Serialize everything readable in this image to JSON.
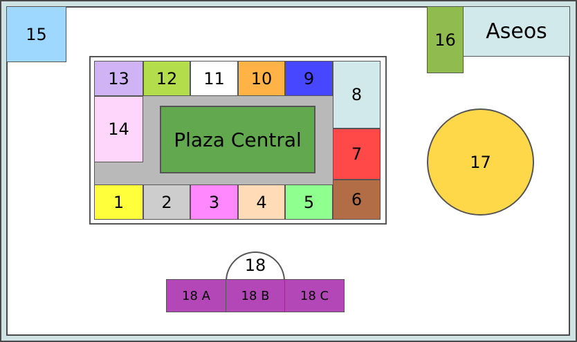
{
  "map": {
    "stalls": [
      {
        "id": "s1",
        "label": "1",
        "color": "#ffff3b"
      },
      {
        "id": "s2",
        "label": "2",
        "color": "#cdcdcd"
      },
      {
        "id": "s3",
        "label": "3",
        "color": "#ff88ff"
      },
      {
        "id": "s4",
        "label": "4",
        "color": "#ffdbb7"
      },
      {
        "id": "s5",
        "label": "5",
        "color": "#8fff8f"
      },
      {
        "id": "s6",
        "label": "6",
        "color": "#b36d46"
      },
      {
        "id": "s7",
        "label": "7",
        "color": "#ff4848"
      },
      {
        "id": "s8",
        "label": "8",
        "color": "#d2e9ec"
      },
      {
        "id": "s9",
        "label": "9",
        "color": "#4747ff"
      },
      {
        "id": "s10",
        "label": "10",
        "color": "#ffb347"
      },
      {
        "id": "s11",
        "label": "11",
        "color": "#ffffff"
      },
      {
        "id": "s12",
        "label": "12",
        "color": "#b3dd4a"
      },
      {
        "id": "s13",
        "label": "13",
        "color": "#d0b3f5"
      },
      {
        "id": "s14",
        "label": "14",
        "color": "#ffd6fb"
      },
      {
        "id": "s15",
        "label": "15",
        "color": "#9fd8ff"
      },
      {
        "id": "s16",
        "label": "16",
        "color": "#8fbb4f"
      },
      {
        "id": "s17",
        "label": "17",
        "color": "#ffd84a"
      },
      {
        "id": "s18",
        "label": "18",
        "color": "#ffffff"
      },
      {
        "id": "s18a",
        "label": "18 A",
        "color": "#b447b8"
      },
      {
        "id": "s18b",
        "label": "18 B",
        "color": "#b447b8"
      },
      {
        "id": "s18c",
        "label": "18 C",
        "color": "#b447b8"
      }
    ],
    "plaza_label": "Plaza Central",
    "aseos_label": "Aseos",
    "colors": {
      "aseos": "#d2e9ec",
      "plaza": "#62a84e",
      "walkway": "#b9b9b9"
    }
  }
}
